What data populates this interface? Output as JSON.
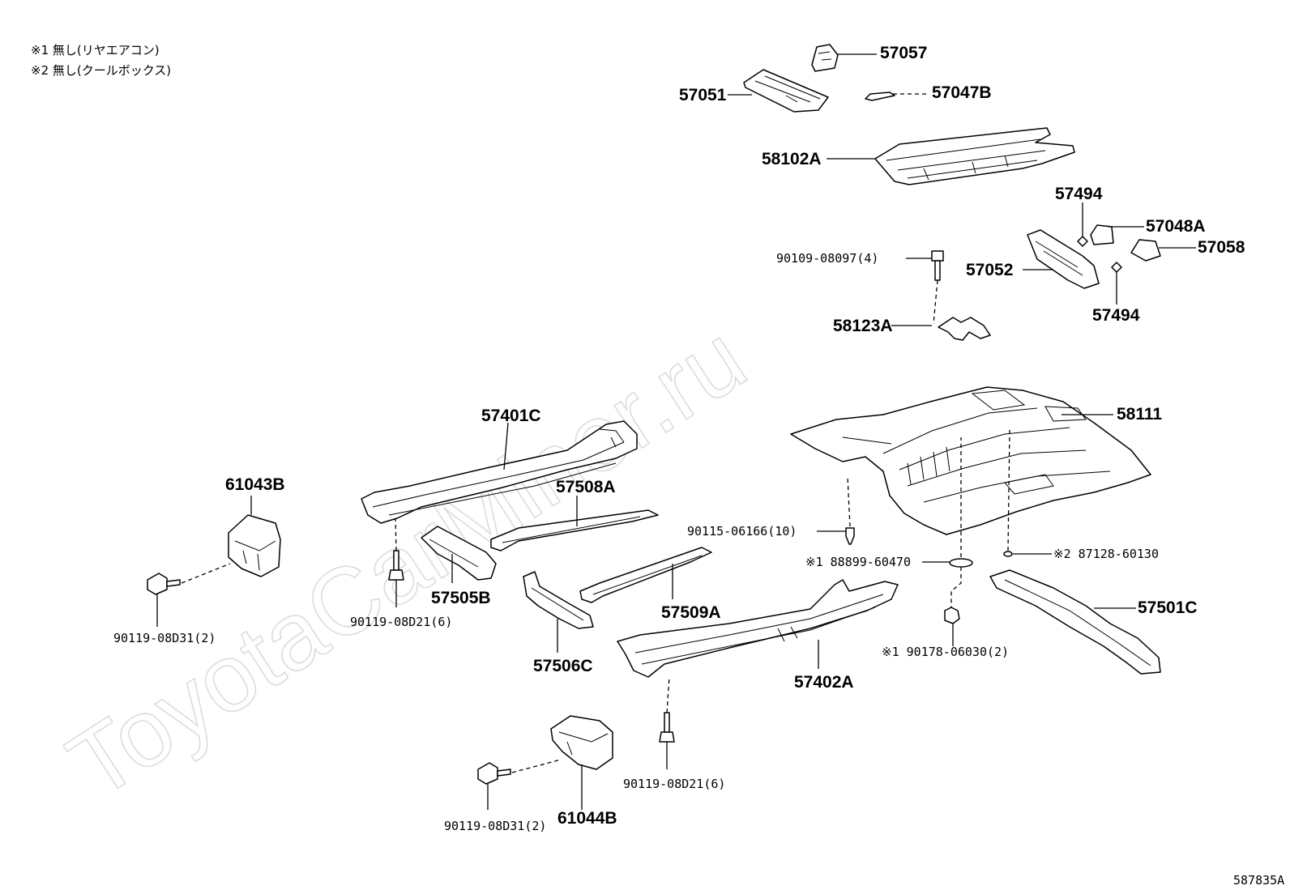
{
  "notes": [
    "※1 無し(リヤエアコン)",
    "※2 無し(クールボックス)"
  ],
  "watermark": "ToyotaCarMiner.ru",
  "diagram_id": "587835A",
  "parts": {
    "p57057": "57057",
    "p57051": "57051",
    "p57047B": "57047B",
    "p58102A": "58102A",
    "p57494_top": "57494",
    "p57048A": "57048A",
    "p57058": "57058",
    "p57052": "57052",
    "p57494_bottom": "57494",
    "p90109": "90109-08097(4)",
    "p58123A": "58123A",
    "p58111": "58111",
    "p57401C": "57401C",
    "p61043B": "61043B",
    "p57508A": "57508A",
    "p90115": "90115-06166(10)",
    "p88899": "※1 88899-60470",
    "p87128": "※2 87128-60130",
    "p57501C": "57501C",
    "p57505B": "57505B",
    "p57509A": "57509A",
    "p90119_d31_left": "90119-08D31(2)",
    "p90119_d21_left": "90119-08D21(6)",
    "p90178": "※1 90178-06030(2)",
    "p57506C": "57506C",
    "p57402A": "57402A",
    "p90119_d21_bottom": "90119-08D21(6)",
    "p90119_d31_bottom": "90119-08D31(2)",
    "p61044B": "61044B"
  }
}
